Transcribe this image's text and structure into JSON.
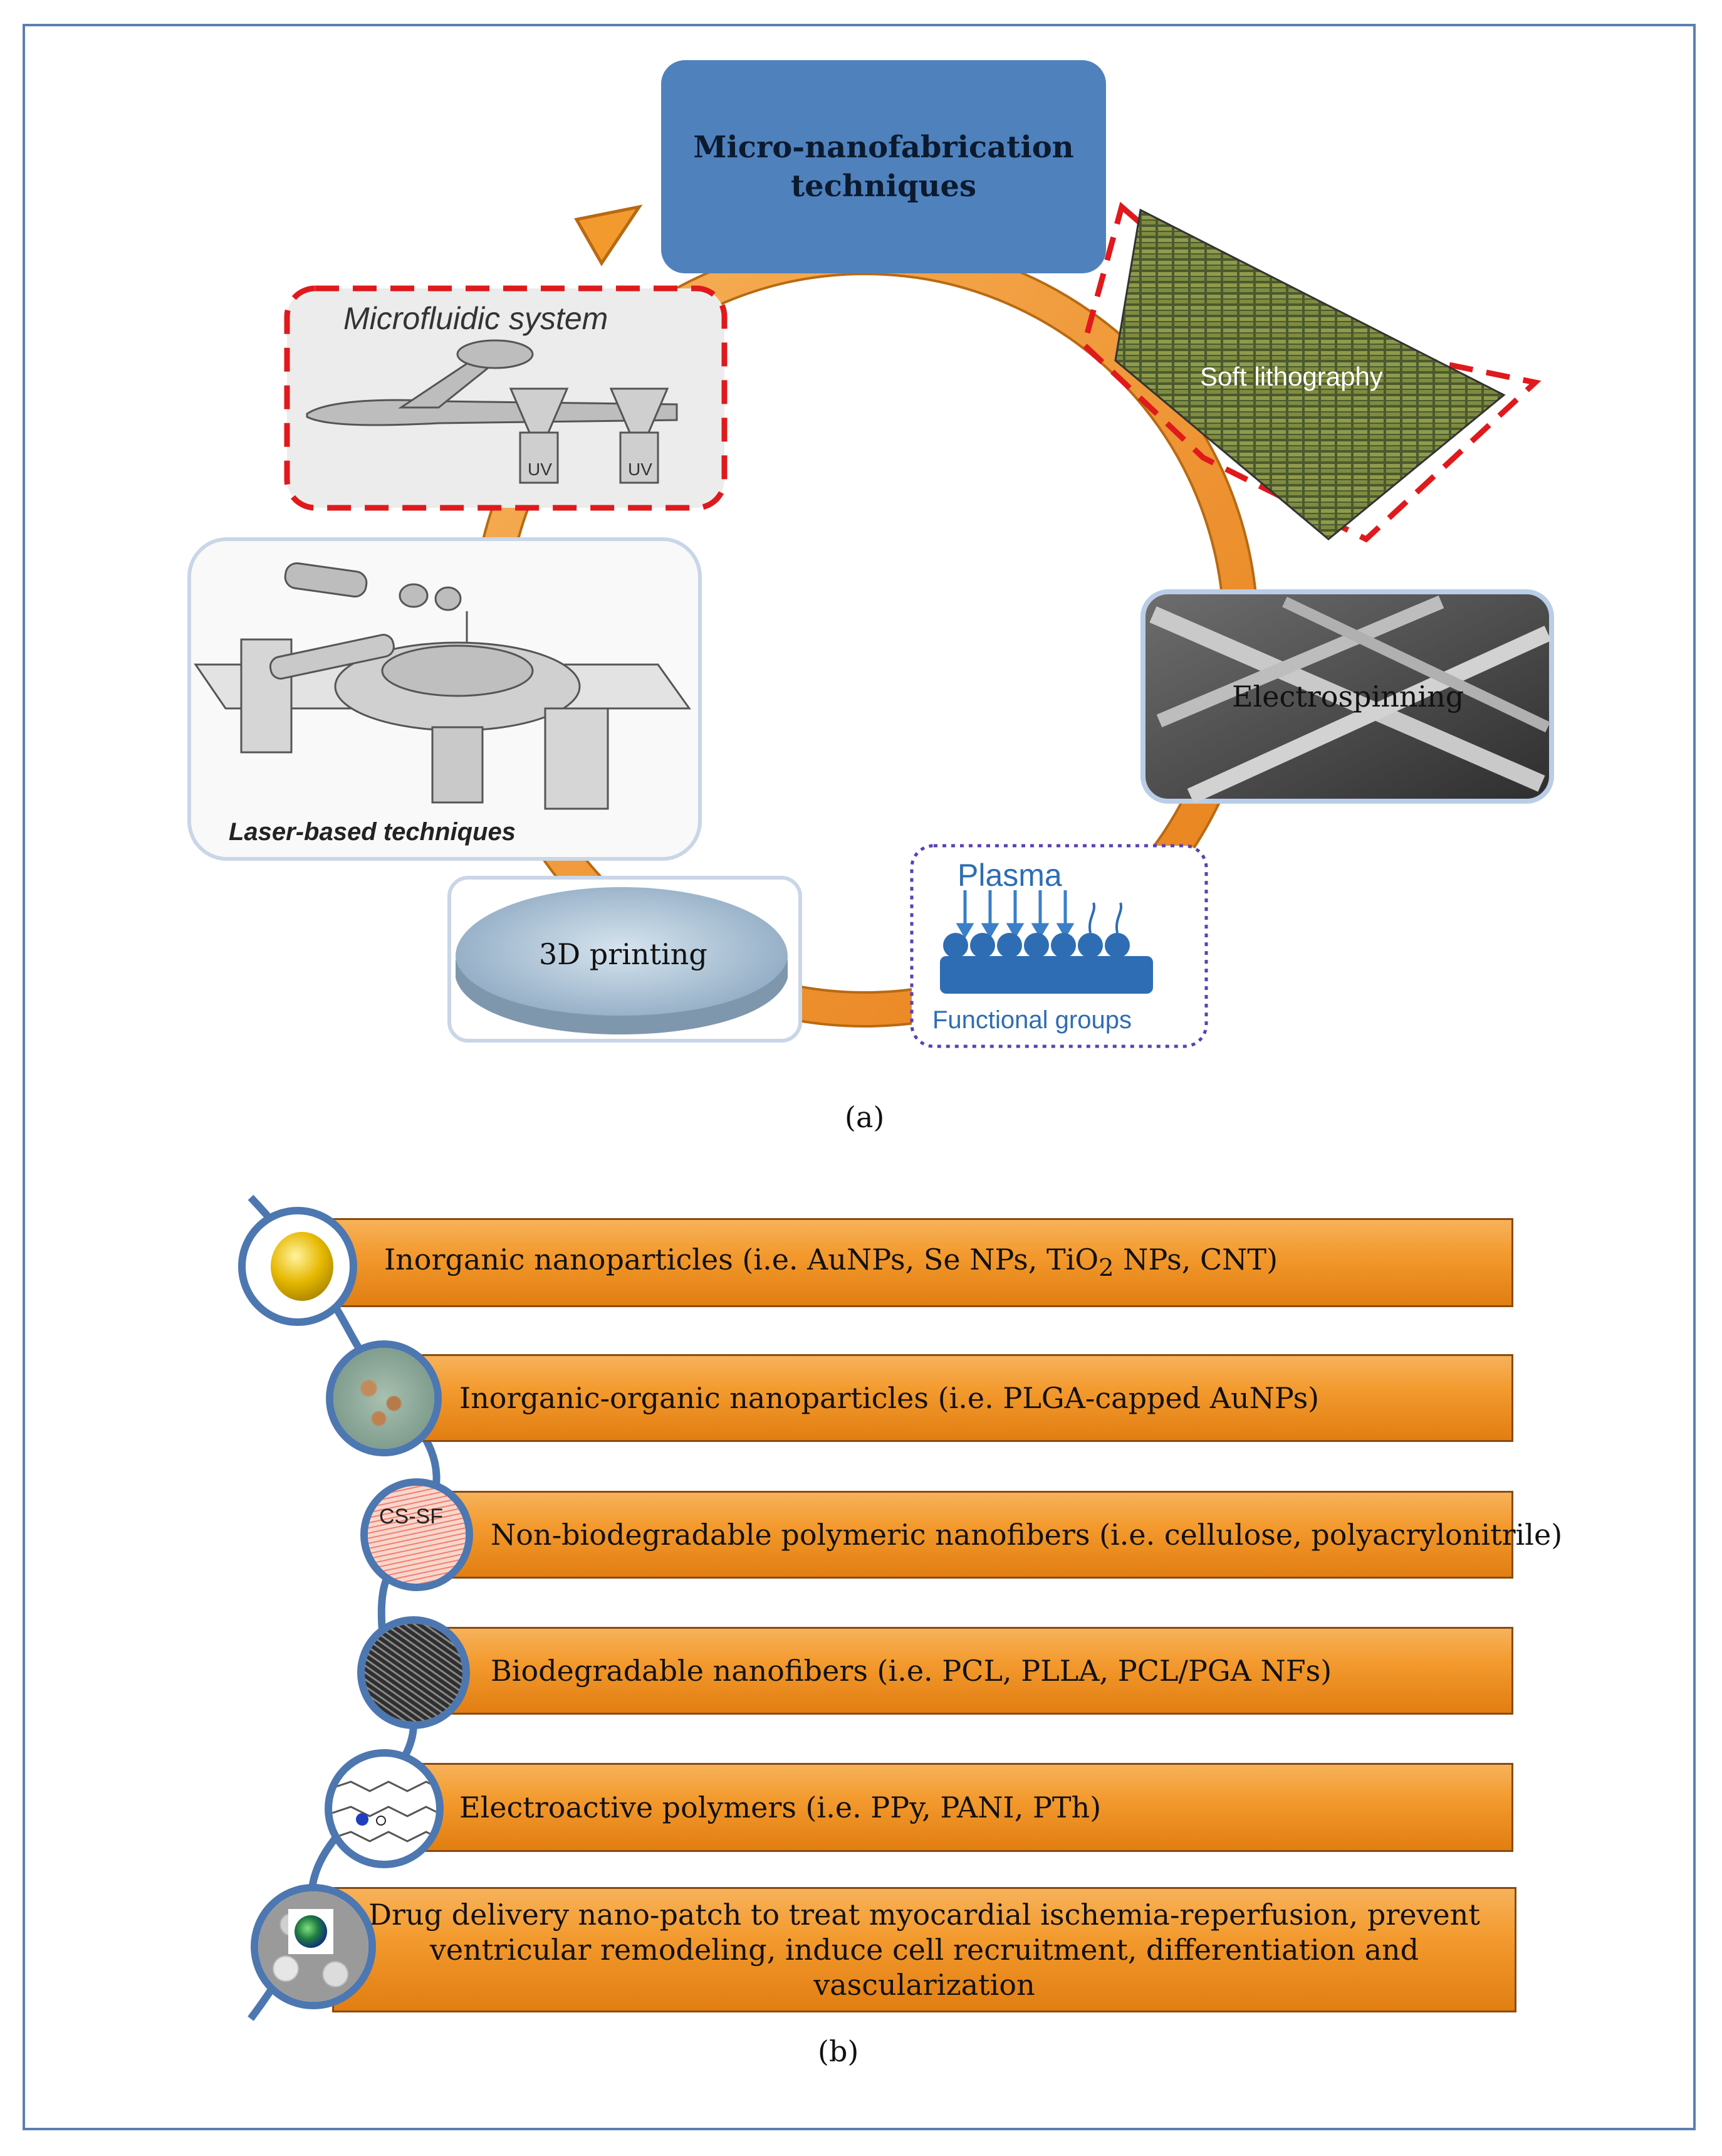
{
  "panel_a": {
    "center_title": "Micro-nanofabrication techniques",
    "center_title_line1": "Micro-nanofabrication",
    "center_title_line2": "techniques",
    "microfluidic": "Microfluidic system",
    "uv_label_1": "UV",
    "uv_label_2": "UV",
    "soft_lithography": "Soft lithography",
    "electrospinning": "Electrospinning",
    "plasma": "Plasma",
    "functional_groups": "Functional groups",
    "printing_3d": "3D printing",
    "laser": "Laser-based techniques",
    "caption": "(a)",
    "colors": {
      "arrow": "#f39a2e",
      "title_box": "#4f81bd",
      "dashed_red": "#e0191c",
      "dotted_purple": "#5a3fb8"
    }
  },
  "panel_b": {
    "items": [
      {
        "text": "Inorganic nanoparticles (i.e. AuNPs, Se NPs, TiO",
        "sub": "2",
        "tail": " NPs, CNT)"
      },
      {
        "text": "Inorganic-organic nanoparticles (i.e. PLGA-capped AuNPs)"
      },
      {
        "text": "Non-biodegradable polymeric nanofibers (i.e. cellulose, polyacrylonitrile)",
        "icon_text": "CS-SF"
      },
      {
        "text": "Biodegradable nanofibers (i.e. PCL, PLLA, PCL/PGA NFs)"
      },
      {
        "text": "Electroactive polymers (i.e. PPy, PANI, PTh)"
      },
      {
        "line1": "Drug delivery nano-patch to treat myocardial ischemia-reperfusion, prevent",
        "line2": "ventricular remodeling, induce cell recruitment, differentiation and",
        "line3": "vascularization"
      }
    ],
    "caption": "(b)",
    "colors": {
      "bar": "#f39a2e",
      "circle_border": "#4d77b0"
    }
  }
}
